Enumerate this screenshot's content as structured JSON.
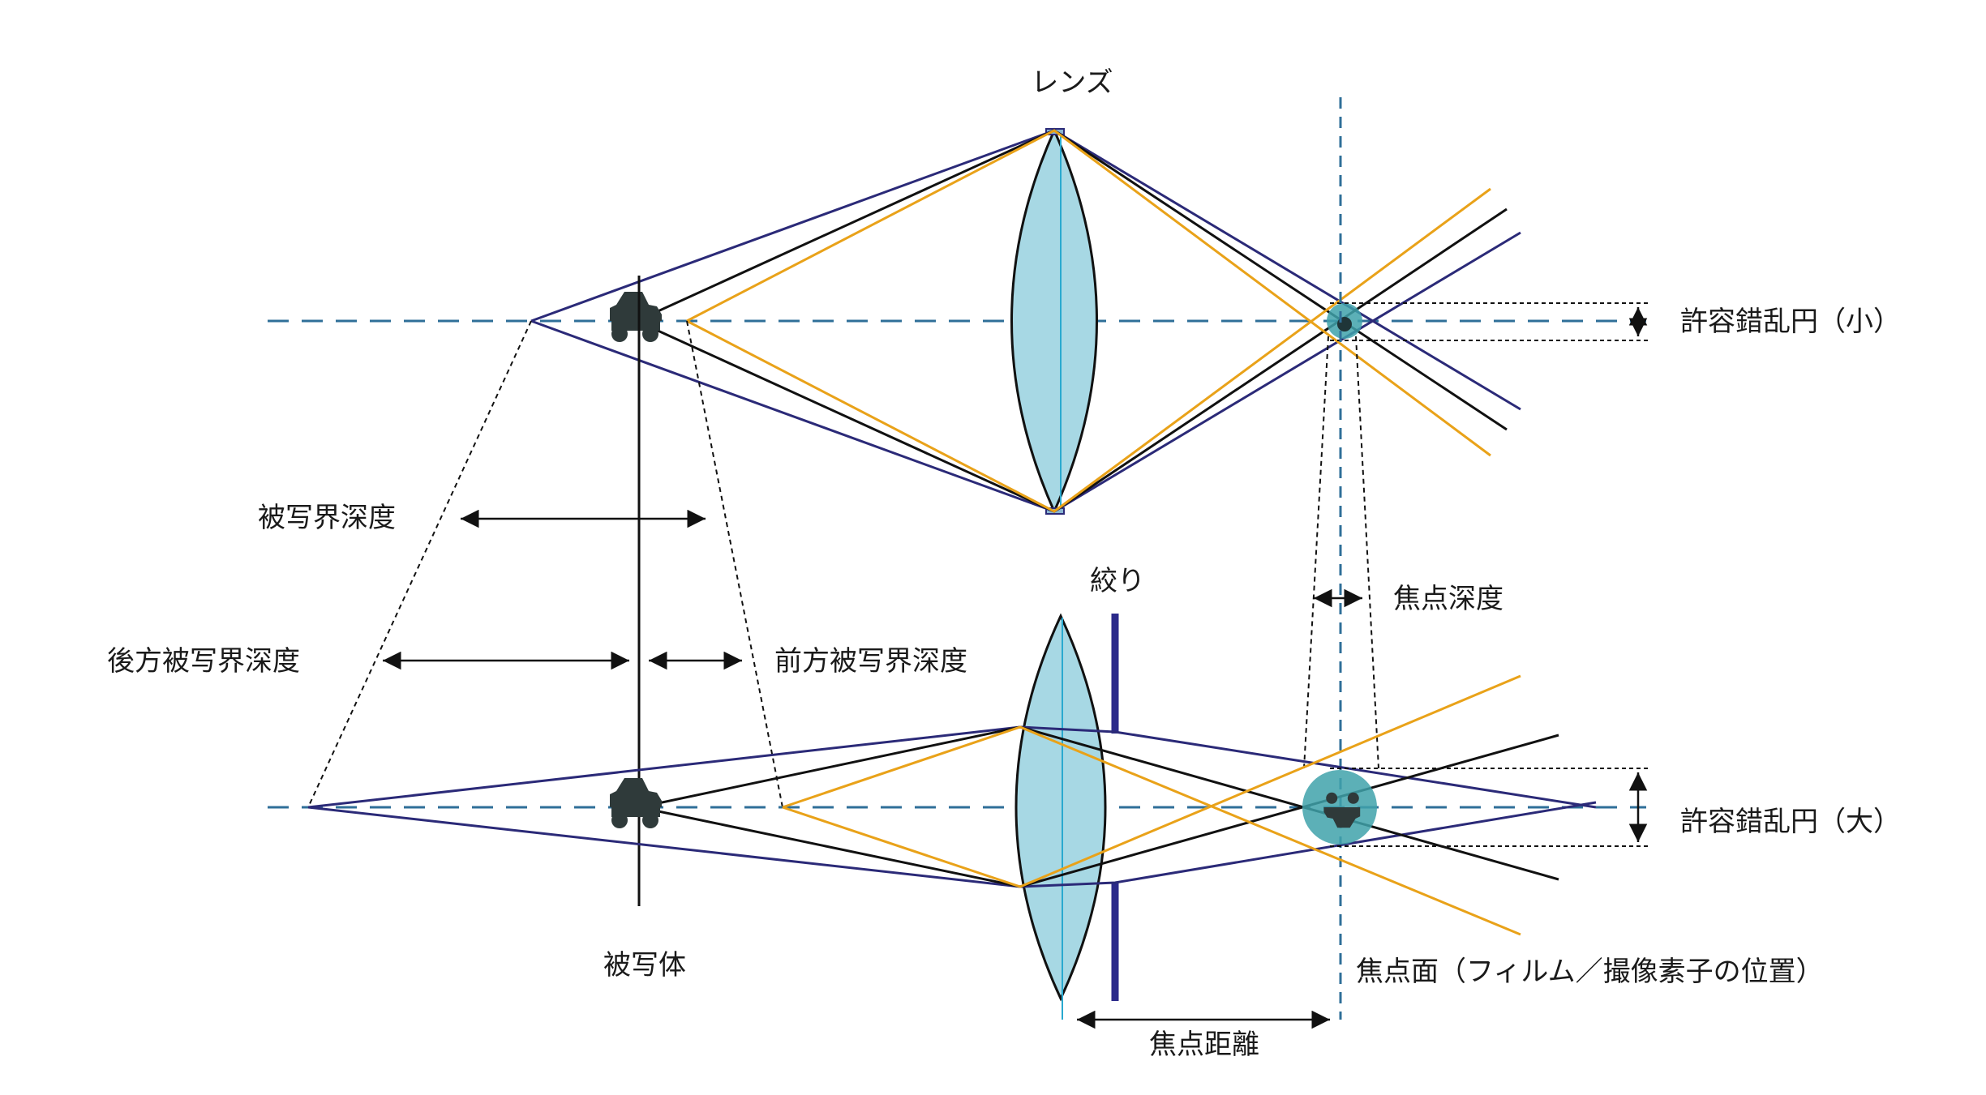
{
  "labels": {
    "lens": "レンズ",
    "aperture": "絞り",
    "coc_small": "許容錯乱円（小）",
    "coc_large": "許容錯乱円（大）",
    "depth_of_field": "被写界深度",
    "rear_depth_of_field": "後方被写界深度",
    "front_depth_of_field": "前方被写界深度",
    "depth_of_focus": "焦点深度",
    "subject": "被写体",
    "focal_plane": "焦点面（フィルム／撮像素子の位置）",
    "focal_length": "焦点距離"
  },
  "colors": {
    "lens_fill": "#a7d8e4",
    "axis_dash": "#2f6f98",
    "navy_ray": "#2b2a78",
    "orange_ray": "#e9a219",
    "black_ray": "#111111",
    "aperture_bar": "#2b2a8a",
    "blur_spot": "#3fa2aa",
    "car": "#2f3a3a"
  },
  "icons": {
    "car": "car-icon"
  }
}
